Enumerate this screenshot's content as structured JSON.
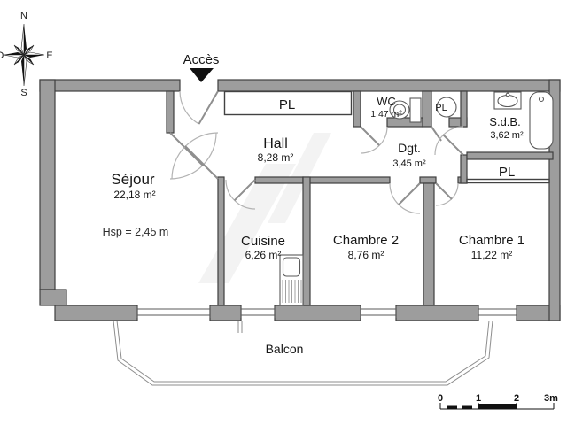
{
  "colors": {
    "wall_fill": "#9d9d9d",
    "wall_stroke": "#3f3f3f",
    "background": "#ffffff"
  },
  "compass": {
    "north": "N",
    "east": "E",
    "south": "S",
    "west": "O"
  },
  "entrance": {
    "label": "Accès"
  },
  "rooms": {
    "sejour": {
      "name": "Séjour",
      "area": "22,18 m²"
    },
    "hall": {
      "name": "Hall",
      "area": "8,28 m²"
    },
    "cuisine": {
      "name": "Cuisine",
      "area": "6,26 m²"
    },
    "chambre2": {
      "name": "Chambre 2",
      "area": "8,76 m²"
    },
    "chambre1": {
      "name": "Chambre 1",
      "area": "11,22 m²"
    },
    "wc": {
      "name": "WC",
      "area": "1,47 m²"
    },
    "dgt": {
      "name": "Dgt.",
      "area": "3,45 m²"
    },
    "sdb": {
      "name": "S.d.B.",
      "area": "3,62 m²"
    },
    "balcon": {
      "name": "Balcon"
    }
  },
  "closets": {
    "hall": "PL",
    "water_heater": "PL",
    "chambre1": "PL"
  },
  "notes": {
    "ceiling_height": "Hsp = 2,45 m"
  },
  "scale_bar": {
    "t0": "0",
    "t1": "1",
    "t2": "2",
    "t3": "3m"
  }
}
